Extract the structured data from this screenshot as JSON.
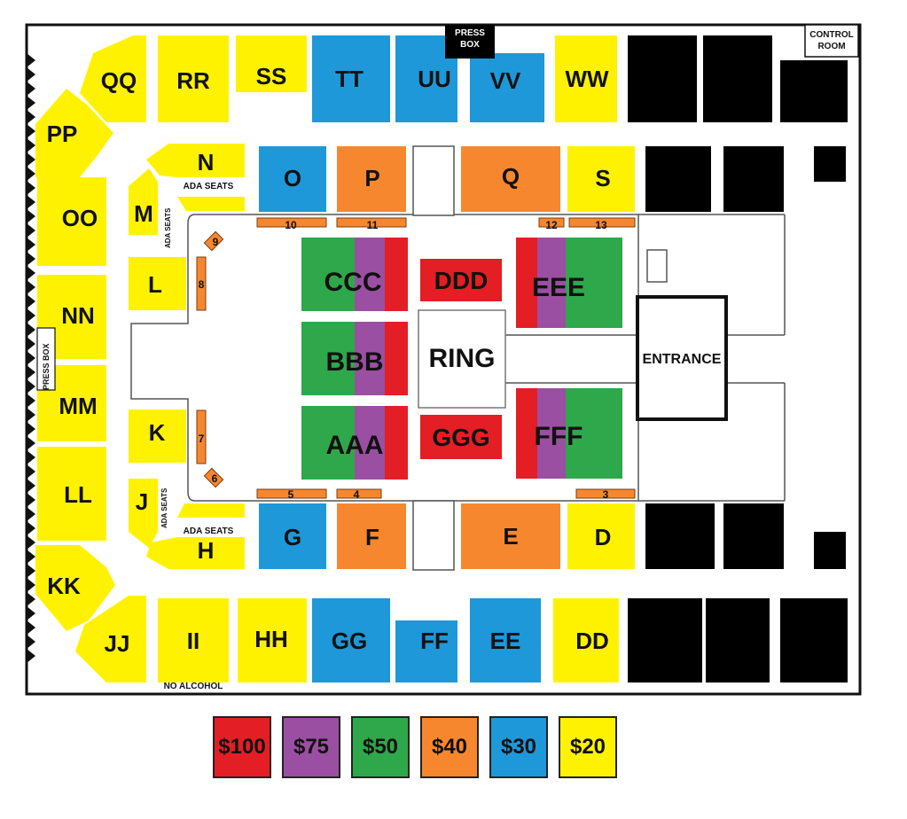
{
  "labels": {
    "press_box_top": [
      "PRESS",
      "BOX"
    ],
    "control_room": [
      "CONTROL",
      "ROOM"
    ],
    "press_box_left": "PRESS BOX",
    "ada_seats_top": "ADA SEATS",
    "ada_seats_bottom": "ADA SEATS",
    "ada_seats_vert_top": "ADA SEATS",
    "ada_seats_vert_bottom": "ADA SEATS",
    "no_alcohol": "NO ALCOHOL",
    "ring": "RING",
    "entrance": "ENTRANCE"
  },
  "colors": {
    "price_100": "#e31e24",
    "price_75": "#9b4fa2",
    "price_50": "#2ea84a",
    "price_40": "#f7872e",
    "price_30": "#1e98d8",
    "price_20": "#fff200",
    "sold": "#000000"
  },
  "sections": {
    "QQ": "QQ",
    "RR": "RR",
    "SS": "SS",
    "TT": "TT",
    "UU": "UU",
    "VV": "VV",
    "WW": "WW",
    "PP": "PP",
    "OO": "OO",
    "NN": "NN",
    "MM": "MM",
    "LL": "LL",
    "KK": "KK",
    "JJ": "JJ",
    "II": "II",
    "HH": "HH",
    "GG": "GG",
    "FF": "FF",
    "EE": "EE",
    "DD": "DD",
    "N": "N",
    "M": "M",
    "L": "L",
    "K": "K",
    "J": "J",
    "H": "H",
    "O": "O",
    "P": "P",
    "Q": "Q",
    "S": "S",
    "G": "G",
    "F": "F",
    "E": "E",
    "D": "D",
    "CCC": "CCC",
    "BBB": "BBB",
    "AAA": "AAA",
    "DDD": "DDD",
    "GGG": "GGG",
    "EEE": "EEE",
    "FFF": "FFF"
  },
  "table_numbers": {
    "t10": "10",
    "t11": "11",
    "t12": "12",
    "t13": "13",
    "t9": "9",
    "t8": "8",
    "t7": "7",
    "t6": "6",
    "t5": "5",
    "t4": "4",
    "t3": "3"
  },
  "legend": [
    {
      "label": "$100",
      "color": "#e31e24"
    },
    {
      "label": "$75",
      "color": "#9b4fa2"
    },
    {
      "label": "$50",
      "color": "#2ea84a"
    },
    {
      "label": "$40",
      "color": "#f7872e"
    },
    {
      "label": "$30",
      "color": "#1e98d8"
    },
    {
      "label": "$20",
      "color": "#fff200"
    }
  ]
}
